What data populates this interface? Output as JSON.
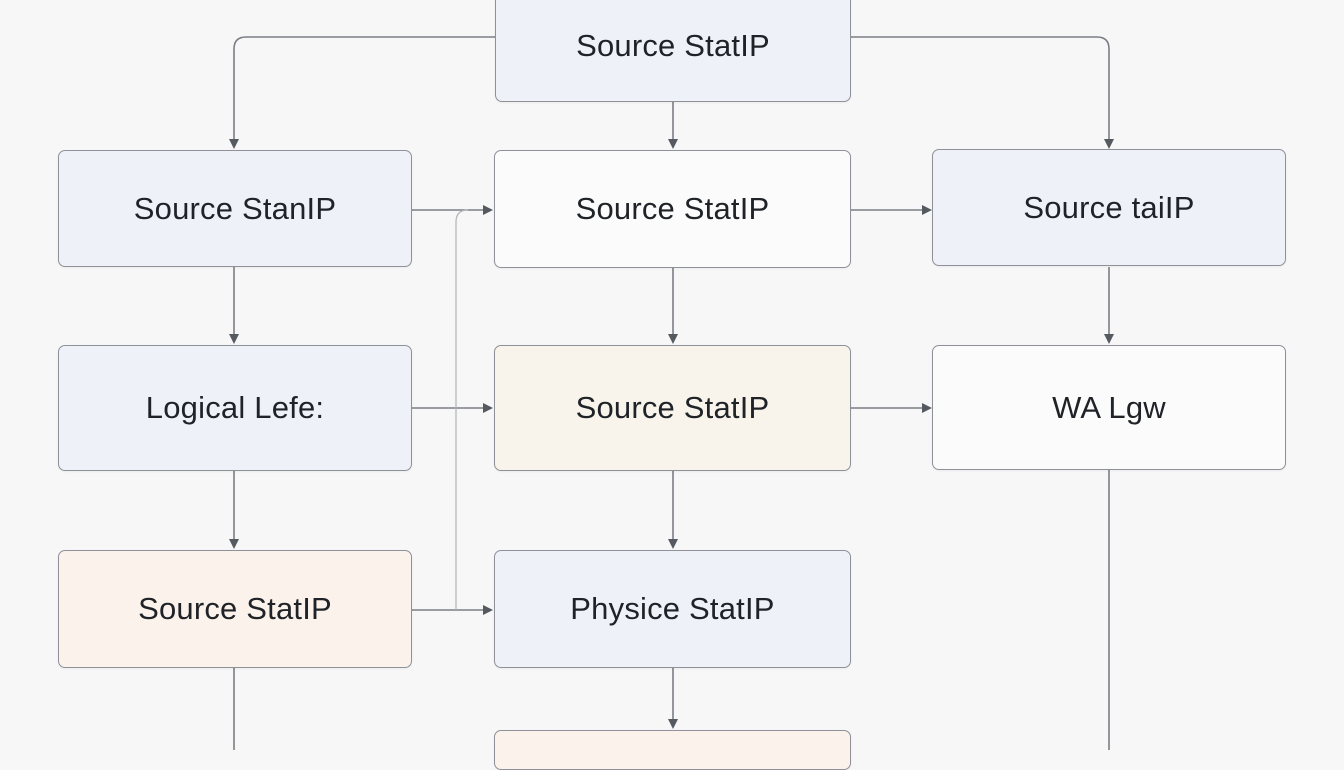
{
  "diagram": {
    "nodes": {
      "top": "Source StatIP",
      "left_1": "Source StanIP",
      "middle_1": "Source StatIP",
      "right_1": "Source taiIP",
      "left_2": "Logical Lefe:",
      "middle_2": "Source StatIP",
      "right_2": "WA Lgw",
      "left_3": "Source StatIP",
      "middle_3": "Physice StatIP",
      "middle_4": ""
    },
    "colors": {
      "line": "#6f7379",
      "border": "#8e9298",
      "fill_blue": "#eef2f8",
      "fill_white": "#fbfbfc",
      "fill_cream": "#f8f4ec",
      "fill_peach": "#fbf2ec"
    }
  }
}
